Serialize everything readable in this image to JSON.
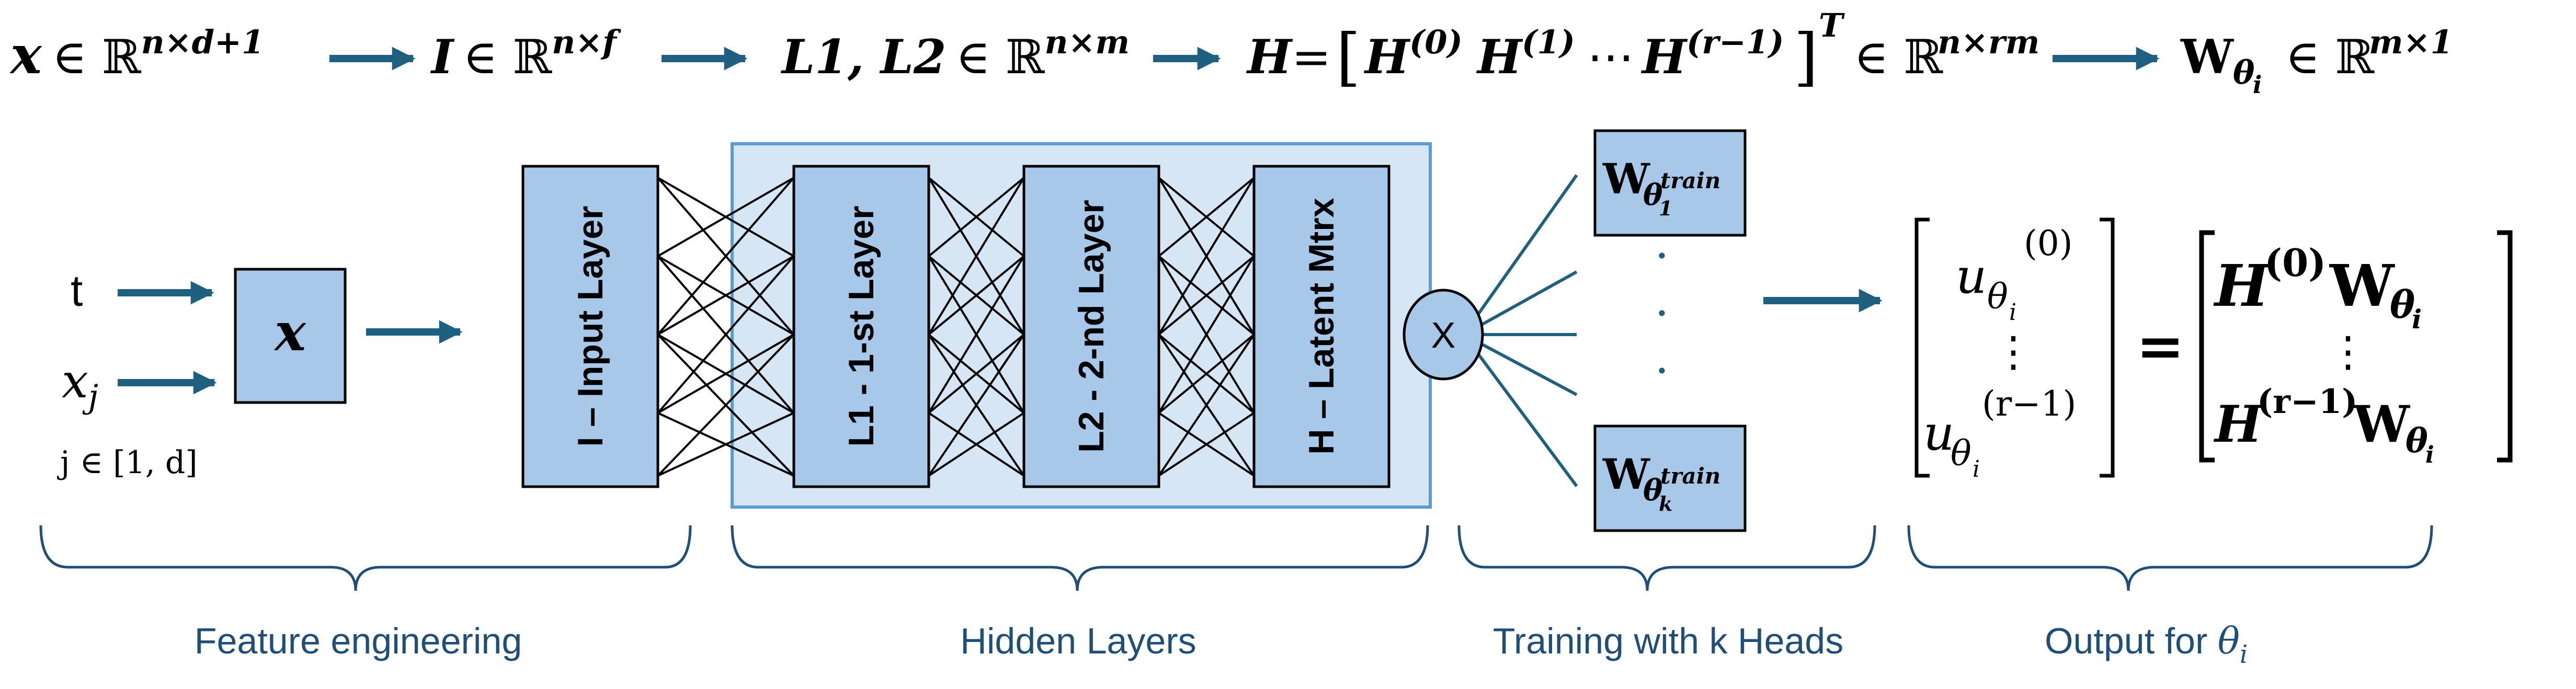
{
  "header_flow": {
    "x_space": "x ∈ ℝ",
    "x_dims": "n×d+1",
    "i_space": "I ∈ ℝ",
    "i_dims": "n×f",
    "l_space": "L1, L2 ∈ ℝ",
    "l_dims": "n×m",
    "h_lhs": "H = [",
    "h_h0": "H",
    "h_h0_sup": "(0)",
    "h_h1": "H",
    "h_h1_sup": "(1)",
    "h_dots": "⋯",
    "h_hr": "H",
    "h_hr_sup": "(r−1)",
    "h_close": "]",
    "h_T": "T",
    "h_space": "∈ ℝ",
    "h_dims": "n×rm",
    "w_symbol": "W",
    "w_sub": "θ",
    "w_subsub": "i",
    "w_space": "∈ ℝ",
    "w_dims": "m×1"
  },
  "inputs": {
    "t_label": "t",
    "xj_label": "x",
    "xj_sub": "j",
    "range_label": "j ∈ [1,  d]",
    "x_box_label": "x"
  },
  "layers": {
    "input_layer": "I – Input Layer",
    "l1_layer": "L1 - 1-st Layer",
    "l2_layer": "L2 - 2-nd Layer",
    "h_layer": "H – Latent Mtrx"
  },
  "multiply_node": "X",
  "heads": {
    "w_symbol": "W",
    "theta": "θ",
    "top_index": "1",
    "bottom_index": "k",
    "superscript": "train",
    "dots": "·"
  },
  "output": {
    "u_symbol": "u",
    "u_top_sup": "(0)",
    "u_bottom_sup": "(r−1)",
    "theta": "θ",
    "theta_sub": "i",
    "vdots": "⋮",
    "equals": "=",
    "h_symbol": "H",
    "h_top_sup": "(0)",
    "h_bottom_sup": "(r−1)",
    "w_symbol": "W"
  },
  "captions": {
    "feature": "Feature engineering",
    "hidden": "Hidden Layers",
    "training": "Training with k Heads",
    "output_prefix": "Output for ",
    "output_theta": "θ",
    "output_sub": "i"
  },
  "colors": {
    "arrow": "#1f5f7f",
    "box_fill": "#a8c8ea",
    "box_stroke": "#000000",
    "hidden_bg": "#d6e6f5",
    "hidden_border": "#5b9bd5",
    "caption": "#1f4e79",
    "head_line": "#1f5f7f"
  }
}
